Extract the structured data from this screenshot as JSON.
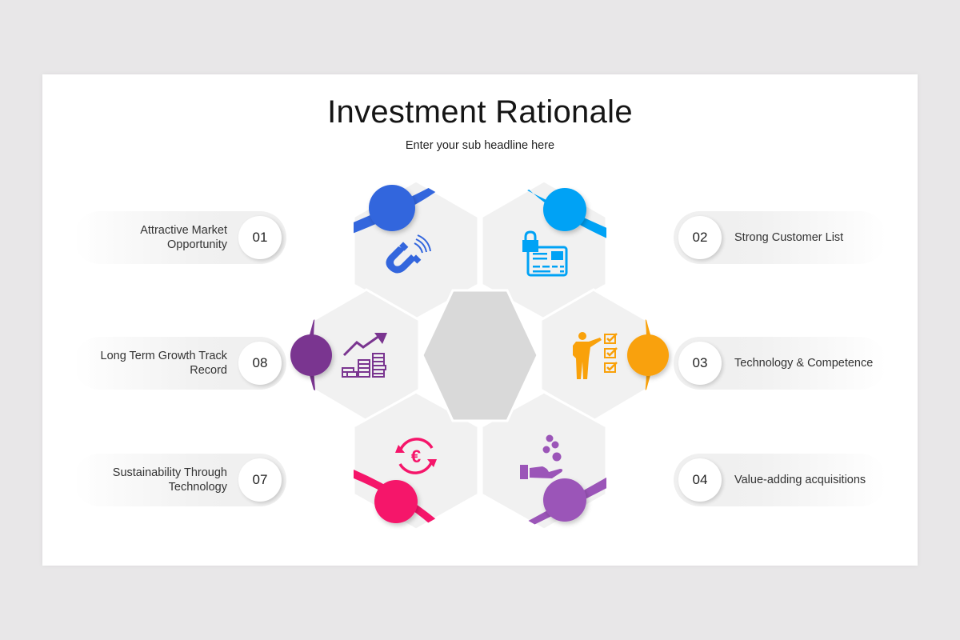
{
  "header": {
    "title": "Investment Rationale",
    "subtitle": "Enter your sub headline here"
  },
  "items": [
    {
      "num": "01",
      "label_line1": "Attractive Market",
      "label_line2": "Opportunity",
      "color": "#3366dd",
      "icon": "magnet-icon"
    },
    {
      "num": "02",
      "label_line1": "Strong Customer List",
      "label_line2": "",
      "color": "#00a2f5",
      "icon": "secure-card-icon"
    },
    {
      "num": "03",
      "label_line1": "Technology & Competence",
      "label_line2": "",
      "color": "#f9a10a",
      "icon": "presenter-checklist-icon"
    },
    {
      "num": "04",
      "label_line1": "Value-adding acquisitions",
      "label_line2": "",
      "color": "#9b55b8",
      "icon": "hand-coins-icon"
    },
    {
      "num": "07",
      "label_line1": "Sustainability Through",
      "label_line2": "Technology",
      "color": "#f5156a",
      "icon": "euro-exchange-icon"
    },
    {
      "num": "08",
      "label_line1": "Long Term Growth Track",
      "label_line2": "Record",
      "color": "#7a3590",
      "icon": "growth-coins-icon"
    }
  ],
  "colors": {
    "background": "#e8e7e8",
    "slide": "#ffffff",
    "hex_fill": "#f1f1f1",
    "center_hex": "#d9d9d9"
  }
}
